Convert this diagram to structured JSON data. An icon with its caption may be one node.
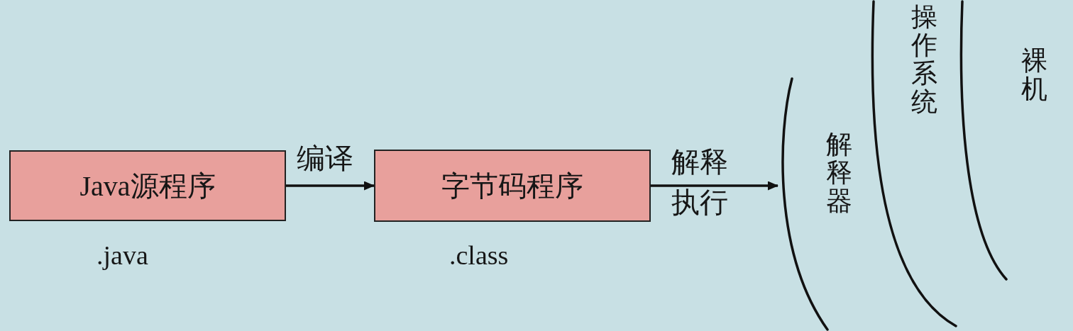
{
  "diagram": {
    "nodes": [
      {
        "text": [
          "Java源程序"
        ],
        "beside": [
          ".java"
        ]
      },
      {
        "text": [
          "字节码程序"
        ],
        "beside": [
          ".class"
        ]
      },
      {
        "text": [
          "解释器"
        ]
      },
      {
        "text": [
          "操作系统"
        ]
      },
      {
        "text": [
          "裸机"
        ]
      }
    ],
    "edges": [
      {
        "from": 0,
        "to": 1,
        "arrow": "to",
        "label": "编译"
      },
      {
        "from": 1,
        "to": 2,
        "arrow": "to",
        "label": "解释执行"
      }
    ]
  }
}
